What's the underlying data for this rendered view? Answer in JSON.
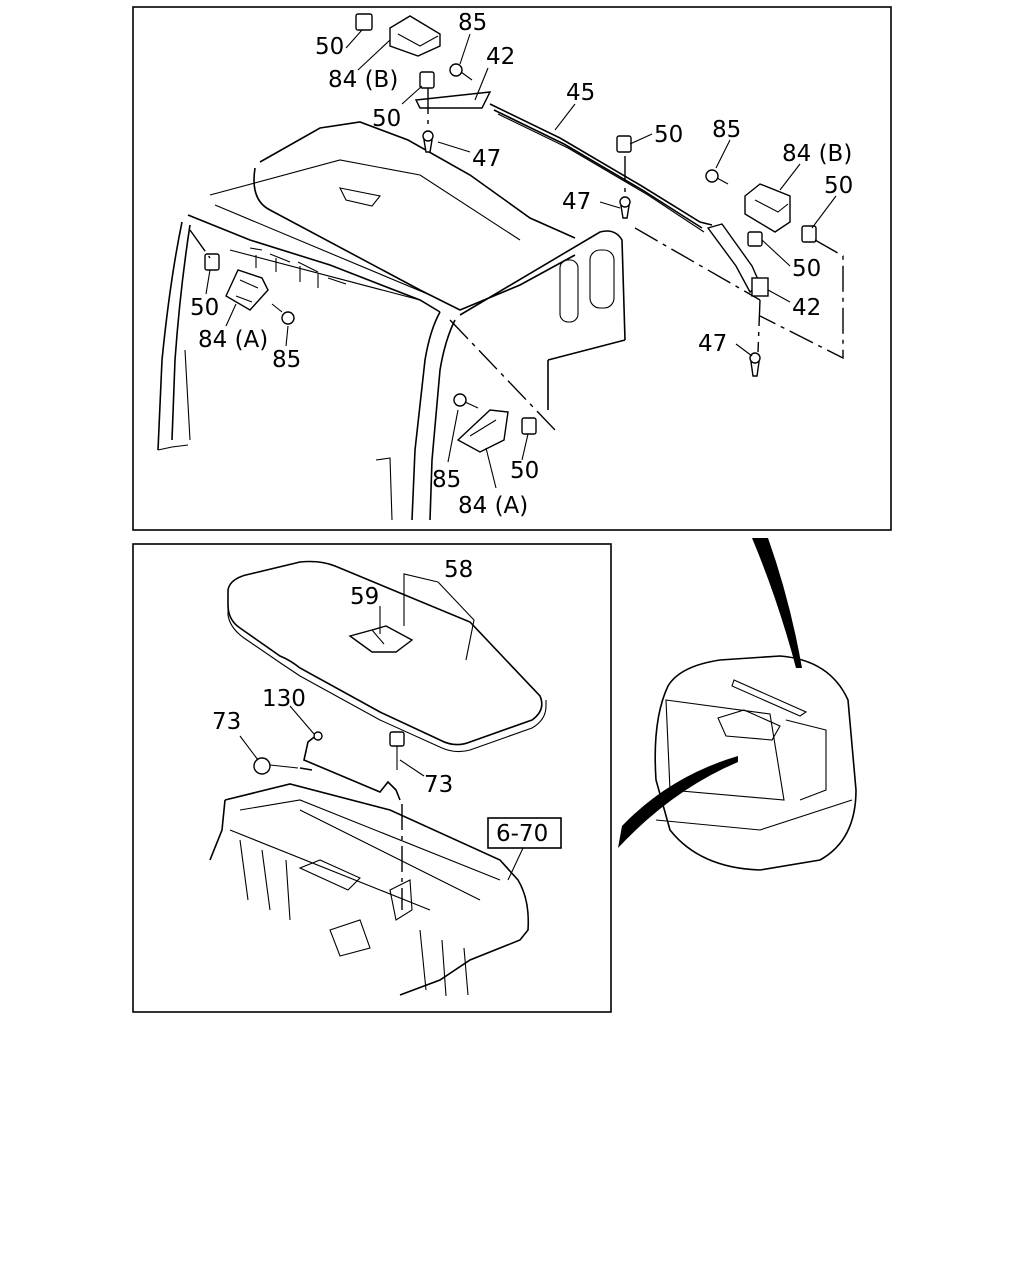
{
  "callouts": [
    {
      "id": "c50_a",
      "text": "50"
    },
    {
      "id": "c84b_a",
      "text": "84 (B)"
    },
    {
      "id": "c85_a",
      "text": "85"
    },
    {
      "id": "c42_a",
      "text": "42"
    },
    {
      "id": "c50_b",
      "text": "50"
    },
    {
      "id": "c47_a",
      "text": "47"
    },
    {
      "id": "c45",
      "text": "45"
    },
    {
      "id": "c50_c",
      "text": "50"
    },
    {
      "id": "c85_b",
      "text": "85"
    },
    {
      "id": "c84b_b",
      "text": "84 (B)"
    },
    {
      "id": "c50_d",
      "text": "50"
    },
    {
      "id": "c47_b",
      "text": "47"
    },
    {
      "id": "c50_e",
      "text": "50"
    },
    {
      "id": "c42_b",
      "text": "42"
    },
    {
      "id": "c47_c",
      "text": "47"
    },
    {
      "id": "c50_f",
      "text": "50"
    },
    {
      "id": "c84a_a",
      "text": "84 (A)"
    },
    {
      "id": "c85_c",
      "text": "85"
    },
    {
      "id": "c85_d",
      "text": "85"
    },
    {
      "id": "c50_g",
      "text": "50"
    },
    {
      "id": "c84a_b",
      "text": "84 (A)"
    },
    {
      "id": "c58",
      "text": "58"
    },
    {
      "id": "c59",
      "text": "59"
    },
    {
      "id": "c130",
      "text": "130"
    },
    {
      "id": "c73_a",
      "text": "73"
    },
    {
      "id": "c73_b",
      "text": "73"
    }
  ],
  "reference_box": {
    "text": "6-70"
  }
}
